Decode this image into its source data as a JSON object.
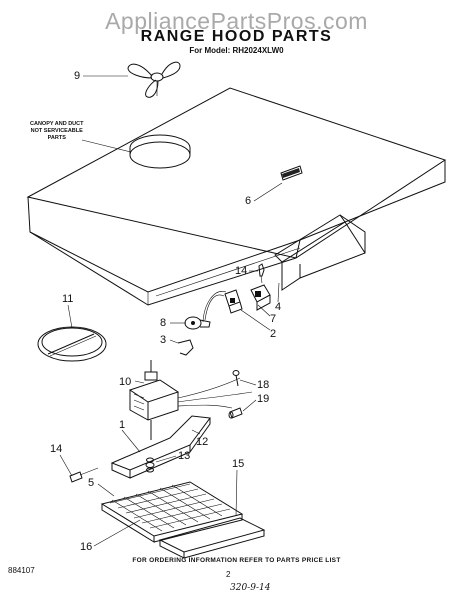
{
  "watermark": "AppliancePartsPros.com",
  "title": "RANGE HOOD PARTS",
  "subtitle": "For Model: RH2024XLW0",
  "note": "CANOPY AND DUCT\nNOT SERVICEABLE\nPARTS",
  "callouts": {
    "c9": "9",
    "c6": "6",
    "c11": "11",
    "c8": "8",
    "c3": "3",
    "c14a": "14",
    "c4": "4",
    "c7": "7",
    "c2": "2",
    "c18": "18",
    "c19": "19",
    "c10": "10",
    "c1": "1",
    "c12": "12",
    "c13": "13",
    "c14b": "14",
    "c5": "5",
    "c15": "15",
    "c16": "16"
  },
  "footer": "FOR ORDERING INFORMATION REFER TO PARTS PRICE LIST",
  "doc_number": "884107",
  "page_number": "2",
  "handwritten": "320-9-14"
}
